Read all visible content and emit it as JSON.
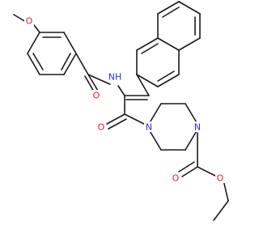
{
  "diagram": {
    "type": "chemical-structure",
    "atoms": [
      {
        "id": "O_ome",
        "label": "O",
        "color": "#e8201c"
      },
      {
        "id": "O_amide1",
        "label": "O",
        "color": "#e8201c"
      },
      {
        "id": "NH",
        "label": "NH",
        "color": "#2b30d6"
      },
      {
        "id": "O_ketone",
        "label": "O",
        "color": "#e8201c"
      },
      {
        "id": "N_pip1",
        "label": "N",
        "color": "#2b30d6"
      },
      {
        "id": "N_pip2",
        "label": "N",
        "color": "#2b30d6"
      },
      {
        "id": "O_carbonyl",
        "label": "O",
        "color": "#e8201c"
      },
      {
        "id": "O_ester",
        "label": "O",
        "color": "#e8201c"
      }
    ]
  }
}
